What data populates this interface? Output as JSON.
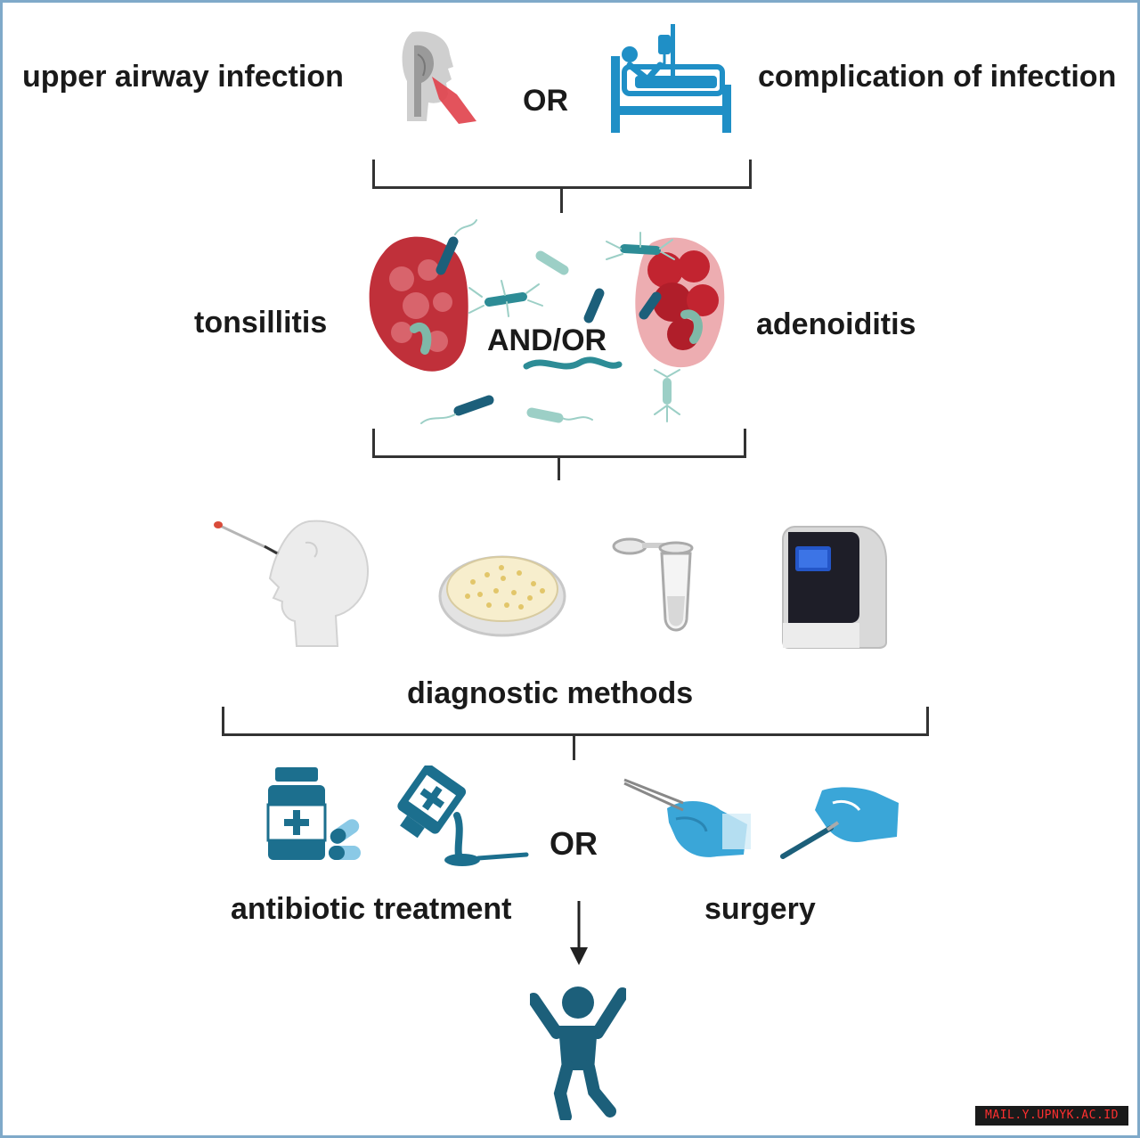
{
  "labels": {
    "upper_airway_infection": "upper airway infection",
    "or_top": "OR",
    "complication_of_infection": "complication of infection",
    "tonsillitis": "tonsillitis",
    "and_or": "AND/OR",
    "adenoiditis": "adenoiditis",
    "diagnostic_methods": "diagnostic methods",
    "or_bottom": "OR",
    "antibiotic_treatment": "antibiotic treatment",
    "surgery": "surgery"
  },
  "watermark": "MAIL.Y.UPNYK.AC.ID",
  "colors": {
    "frame": "#7fa9c9",
    "icon_blue": "#1f8fc6",
    "icon_dark_teal": "#1c5f7a",
    "glove_blue": "#3aa6d8",
    "tissue_red": "#c0303a",
    "bacteria_teal": "#2d8c96",
    "bacteria_light": "#9ccfc6"
  },
  "icons": {
    "head_airway": "head-profile-airway-icon",
    "hospital_bed": "hospital-bed-patient-icon",
    "tonsil": "tonsil-tissue-icon",
    "adenoid": "adenoid-tissue-icon",
    "bacteria": "bacteria-icon",
    "swab": "nasal-swab-icon",
    "petri": "petri-dish-culture-icon",
    "tube": "pcr-tube-icon",
    "analyzer": "analyzer-machine-icon",
    "pill_bottle": "pill-bottle-capsules-icon",
    "syrup": "syrup-bottle-spoon-icon",
    "forceps": "surgical-forceps-hand-icon",
    "scalpel": "scalpel-hand-icon",
    "arrow": "arrow-down-icon",
    "person": "happy-person-icon"
  }
}
